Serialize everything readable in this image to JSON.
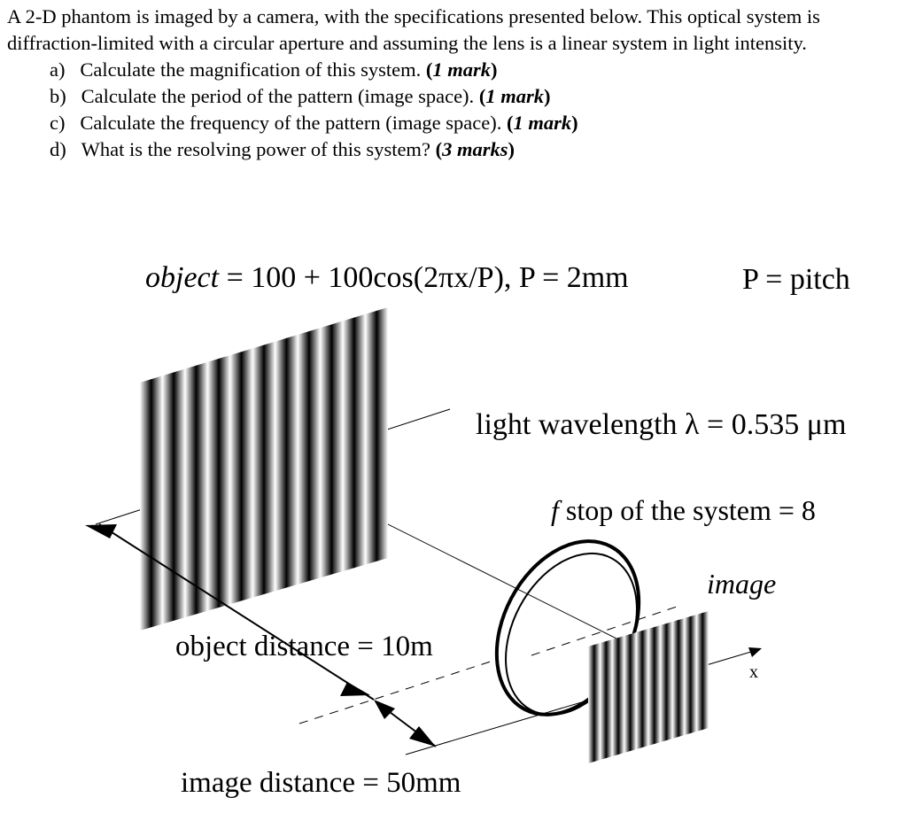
{
  "question": {
    "intro": "A 2-D phantom is imaged by a camera, with the specifications presented below. This optical system is diffraction-limited with a circular aperture and assuming the lens is a linear system in light intensity.",
    "parts": [
      {
        "letter": "a)",
        "text": "Calculate the magnification of this system.",
        "marks_open": "(",
        "marks_num": "1 mark",
        "marks_close": ")"
      },
      {
        "letter": "b)",
        "text": "Calculate the period of the pattern (image space).",
        "marks_open": "(",
        "marks_num": "1 mark",
        "marks_close": ")"
      },
      {
        "letter": "c)",
        "text": "Calculate the frequency of the pattern (image space).",
        "marks_open": "(",
        "marks_num": "1 mark",
        "marks_close": ")"
      },
      {
        "letter": "d)",
        "text": "What is the resolving power of this system?",
        "marks_open": "(",
        "marks_num": "3 marks",
        "marks_close": ")"
      }
    ]
  },
  "diagram": {
    "object_word": "object",
    "object_formula": " = 100 + 100cos(2πx/P), P = 2mm",
    "pitch_label": "P = pitch",
    "wavelength_label": "light wavelength λ =  0.535 μm",
    "fstop_f": "f",
    "fstop_rest": " stop of the system = 8",
    "image_label": "image",
    "axis_x_label": "x",
    "object_distance_label": "object distance = 10m",
    "image_distance_label": "image distance = 50mm",
    "object_stripe_count": 11,
    "image_stripe_count": 10
  }
}
